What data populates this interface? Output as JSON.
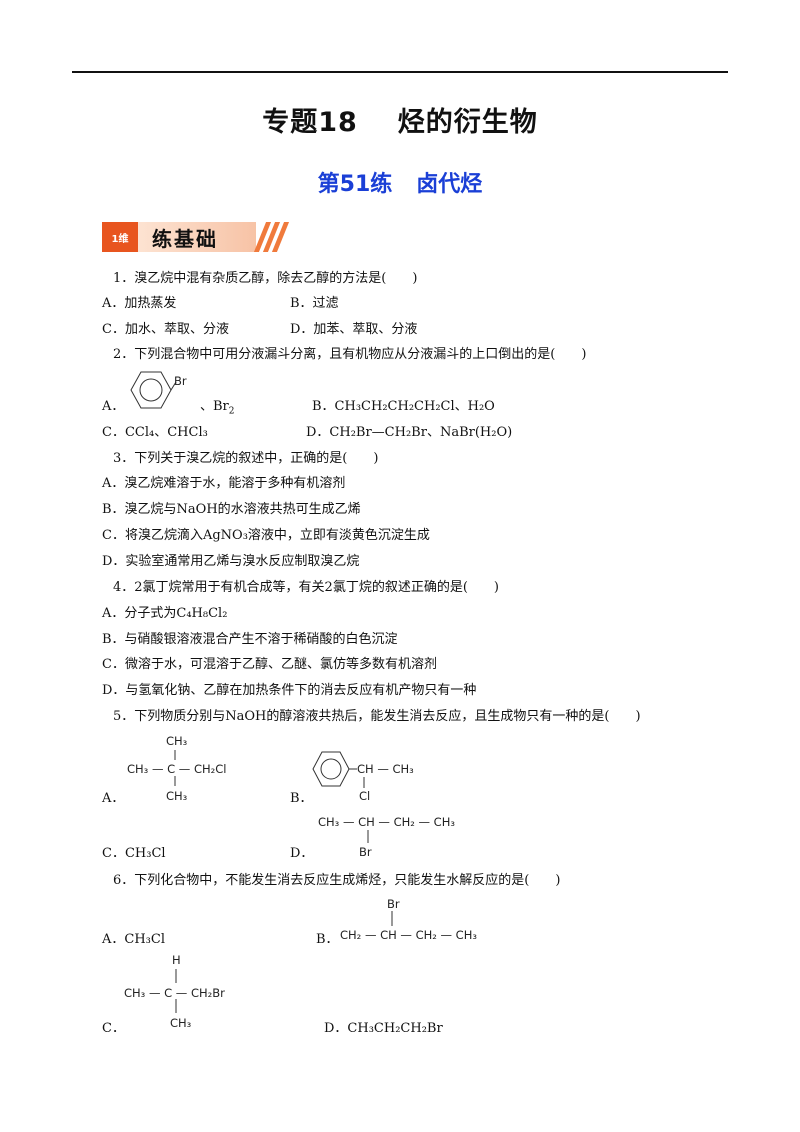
{
  "header": {
    "title_left": "专题18",
    "title_right": "烃的衍生物",
    "subtitle_left": "第51练",
    "subtitle_right": "卤代烃",
    "section_tag": "1维",
    "section_label": "练基础"
  },
  "questions": {
    "q1": {
      "stem": "1．溴乙烷中混有杂质乙醇，除去乙醇的方法是(　　)",
      "a": "A．加热蒸发",
      "b": "B．过滤",
      "c": "C．加水、萃取、分液",
      "d": "D．加苯、萃取、分液"
    },
    "q2": {
      "stem": "2．下列混合物中可用分液漏斗分离，且有机物应从分液漏斗的上口倒出的是(　　)",
      "a_label": "A．",
      "a_br": "Br",
      "a_rest": "、Br",
      "a_sub": "2",
      "b": "B．CH₃CH₂CH₂CH₂Cl、H₂O",
      "c": "C．CCl₄、CHCl₃",
      "d": "D．CH₂Br—CH₂Br、NaBr(H₂O)"
    },
    "q3": {
      "stem": "3．下列关于溴乙烷的叙述中，正确的是(　　)",
      "a": "A．溴乙烷难溶于水，能溶于多种有机溶剂",
      "b": "B．溴乙烷与NaOH的水溶液共热可生成乙烯",
      "c": "C．将溴乙烷滴入AgNO₃溶液中，立即有淡黄色沉淀生成",
      "d": "D．实验室通常用乙烯与溴水反应制取溴乙烷"
    },
    "q4": {
      "stem": "4．2氯丁烷常用于有机合成等，有关2氯丁烷的叙述正确的是(　　)",
      "a": "A．分子式为C₄H₈Cl₂",
      "b": "B．与硝酸银溶液混合产生不溶于稀硝酸的白色沉淀",
      "c": "C．微溶于水，可混溶于乙醇、乙醚、氯仿等多数有机溶剂",
      "d": "D．与氢氧化钠、乙醇在加热条件下的消去反应有机产物只有一种"
    },
    "q5": {
      "stem": "5．下列物质分别与NaOH的醇溶液共热后，能发生消去反应，且生成物只有一种的是(　　)",
      "a_label": "A．",
      "a_top": "CH₃",
      "a_mid": "CH₃ — C — CH₂Cl",
      "a_bot": "CH₃",
      "b_label": "B．",
      "b_chain": "CH — CH₃",
      "b_cl": "Cl",
      "c": "C．CH₃Cl",
      "d_label": "D．",
      "d_chain": "CH₃ — CH — CH₂ — CH₃",
      "d_br": "Br"
    },
    "q6": {
      "stem": "6．下列化合物中，不能发生消去反应生成烯烃，只能发生水解反应的是(　　)",
      "a": "A．CH₃Cl",
      "b_label": "B．",
      "b_br": "Br",
      "b_chain": "CH₂ — CH — CH₂ — CH₃",
      "c_label": "C．",
      "c_top": "H",
      "c_mid": "CH₃ — C — CH₂Br",
      "c_bot": "CH₃",
      "d": "D．CH₃CH₂CH₂Br"
    }
  }
}
